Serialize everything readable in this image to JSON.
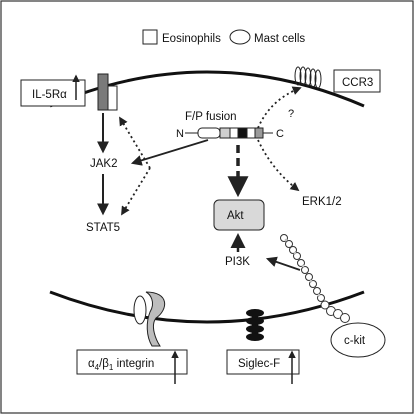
{
  "legend": {
    "eosinophils": "Eosinophils",
    "mast_cells": "Mast cells"
  },
  "receptors": {
    "il5ra": "IL-5Rα",
    "ccr3": "CCR3",
    "integrin_prefix": "α",
    "integrin_sub1": "4",
    "integrin_slash": "/β",
    "integrin_sub2": "1",
    "integrin_suffix": " integrin",
    "siglec": "Siglec-F",
    "ckit": "c-kit"
  },
  "fusion": {
    "title": "F/P fusion",
    "n_term": "N",
    "c_term": "C",
    "question": "?"
  },
  "signals": {
    "jak2": "JAK2",
    "stat5": "STAT5",
    "erk": "ERK1/2",
    "akt": "Akt",
    "pi3k": "PI3K"
  },
  "colors": {
    "frame": "#333333",
    "stroke": "#222222",
    "akt_fill": "#d9d9d9",
    "receptor_dark": "#7a7a7a"
  }
}
